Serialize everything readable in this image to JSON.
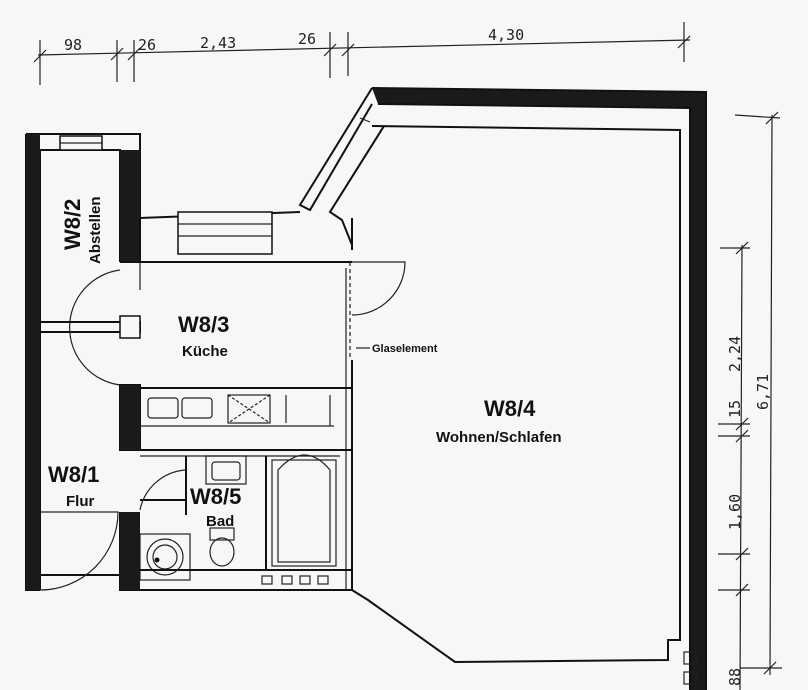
{
  "dimensions": {
    "top": [
      "98",
      "26",
      "2,43",
      "26",
      "4,30"
    ],
    "right": [
      "2,24",
      "15",
      "6,71",
      "1,60",
      "88"
    ]
  },
  "rooms": {
    "w82": {
      "id": "W8/2",
      "name": "Abstellen"
    },
    "w83": {
      "id": "W8/3",
      "name": "Küche"
    },
    "w84": {
      "id": "W8/4",
      "name": "Wohnen/Schlafen"
    },
    "w81": {
      "id": "W8/1",
      "name": "Flur"
    },
    "w85": {
      "id": "W8/5",
      "name": "Bad"
    }
  },
  "annotations": {
    "glass": "Glaselement"
  }
}
